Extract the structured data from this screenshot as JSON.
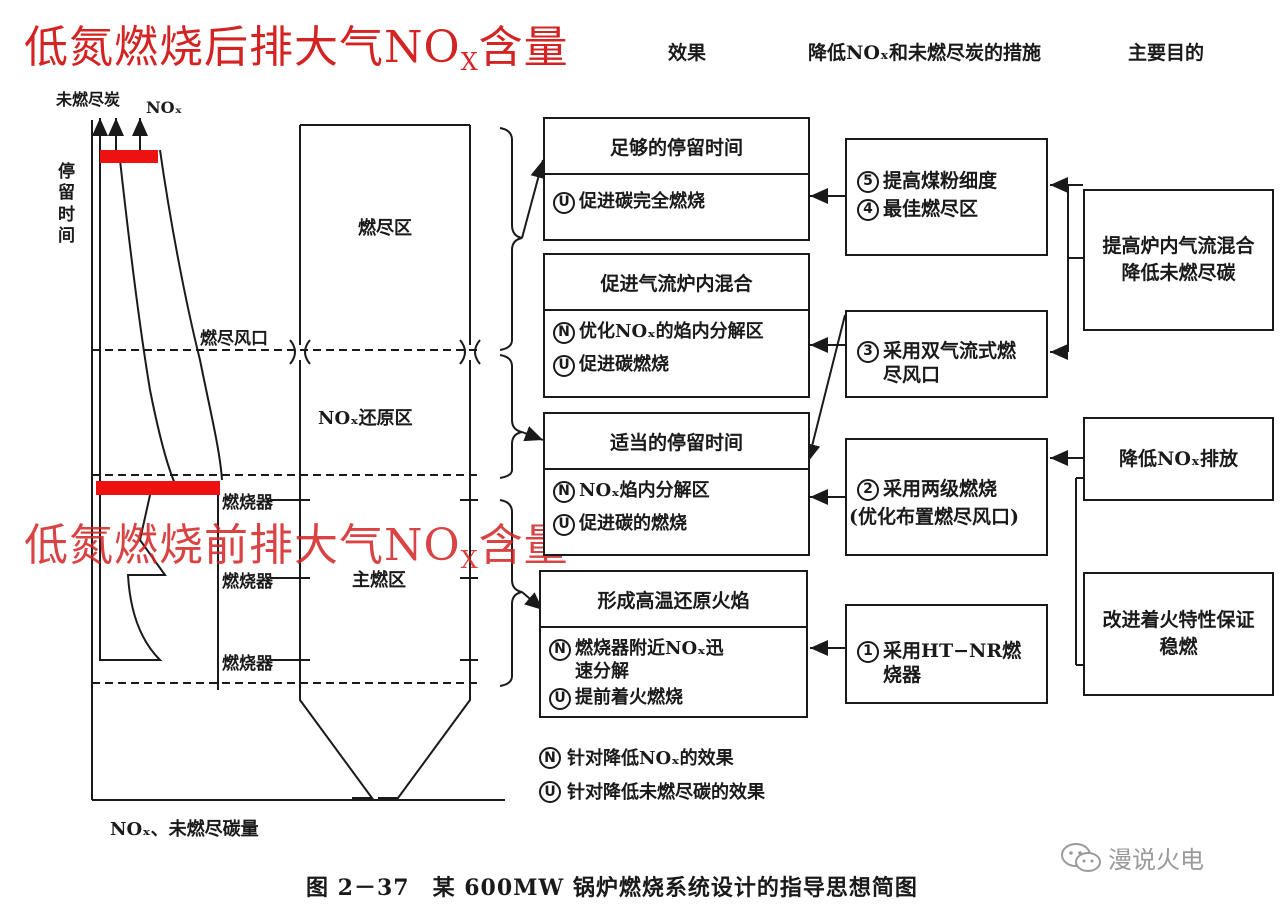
{
  "overlay": {
    "top_text": "低氮燃烧后排大气NO",
    "top_sub": "X",
    "top_suffix": "含量",
    "bottom_text": "低氮燃烧前排大气NO",
    "bottom_sub": "X",
    "bottom_suffix": "含量"
  },
  "headers": {
    "effect": "效果",
    "measures": "降低NOₓ和未燃尽炭的措施",
    "purpose": "主要目的"
  },
  "left_plot": {
    "y_label_unburned": "未燃尽炭",
    "y_label_nox": "NOₓ",
    "y_axis_label": "停留时间",
    "x_axis_label": "NOₓ、未燃尽碳量"
  },
  "furnace": {
    "zone_burnout": "燃尽区",
    "zone_reduction": "NOₓ还原区",
    "zone_main": "主燃区",
    "label_ofa": "燃尽风口",
    "label_burner_1": "燃烧器",
    "label_burner_2": "燃烧器",
    "label_burner_3": "燃烧器"
  },
  "effects": [
    {
      "head": "足够的停留时间",
      "items": [
        {
          "mark": "U",
          "text": "促进碳完全燃烧"
        }
      ]
    },
    {
      "head": "促进气流炉内混合",
      "items": [
        {
          "mark": "N",
          "text": "优化NOₓ的焰内分解区"
        },
        {
          "mark": "U",
          "text": "促进碳燃烧"
        }
      ]
    },
    {
      "head": "适当的停留时间",
      "items": [
        {
          "mark": "N",
          "text": "NOₓ焰内分解区"
        },
        {
          "mark": "U",
          "text": "促进碳的燃烧"
        }
      ]
    },
    {
      "head": "形成高温还原火焰",
      "items": [
        {
          "mark": "N",
          "text": "燃烧器附近NOₓ迅速分解"
        },
        {
          "mark": "U",
          "text": "提前着火燃烧"
        }
      ]
    }
  ],
  "measures": [
    {
      "lines": [
        {
          "mark": "5",
          "text": "提高煤粉细度"
        },
        {
          "mark": "4",
          "text": "最佳燃尽区"
        }
      ]
    },
    {
      "lines": [
        {
          "mark": "3",
          "text": "采用双气流式燃尽风口"
        }
      ]
    },
    {
      "lines": [
        {
          "mark": "2",
          "text": "采用两级燃烧"
        },
        {
          "mark": "",
          "text": "(优化布置燃尽风口)"
        }
      ]
    },
    {
      "lines": [
        {
          "mark": "1",
          "text": "采用HT−NR燃烧器"
        }
      ]
    }
  ],
  "goals": {
    "goal_1": "提高炉内气流混合降低未燃尽碳",
    "goal_2": "降低NOₓ排放",
    "goal_3": "改进着火特性保证稳燃"
  },
  "legend": {
    "n_mark": "N",
    "n_text": "针对降低NOₓ的效果",
    "u_mark": "U",
    "u_text": "针对降低未燃尽碳的效果"
  },
  "caption": "图 2－37　某 600MW 锅炉燃烧系统设计的指导思想简图",
  "watermark": "漫说火电"
}
